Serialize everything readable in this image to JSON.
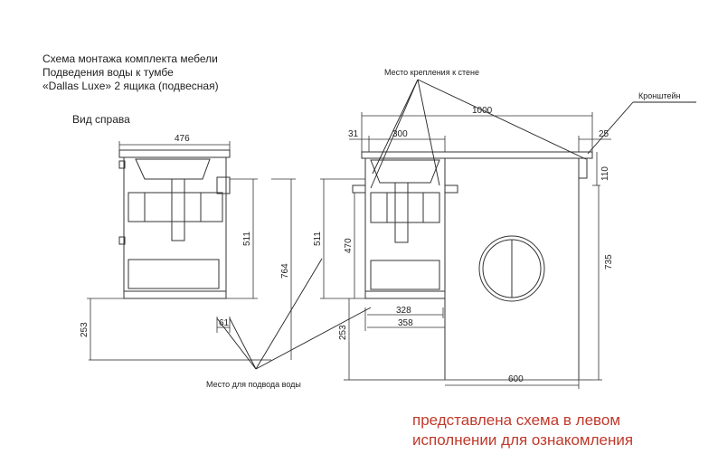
{
  "header": {
    "line1": "Схема монтажа комплекта мебели",
    "line2": "Подведения воды к тумбе",
    "line3": "«Dallas Luxe» 2 ящика (подвесная)"
  },
  "view_label": "Вид справа",
  "callouts": {
    "wall_mount": "Место крепления к стене",
    "bracket": "Кронштейн",
    "water_supply": "Место для подвода воды"
  },
  "dimensions": {
    "side_width": "476",
    "side_height_511": "511",
    "side_total_764": "764",
    "side_floor_253": "253",
    "side_offset_61": "61",
    "front_total_1000": "1000",
    "front_31": "31",
    "front_300": "300",
    "front_25": "25",
    "front_110": "110",
    "front_511": "511",
    "front_470": "470",
    "front_735": "735",
    "front_253": "253",
    "front_328": "328",
    "front_358": "358",
    "front_600": "600"
  },
  "note": {
    "line1": "представлена схема в левом",
    "line2": "исполнении для ознакомления"
  }
}
